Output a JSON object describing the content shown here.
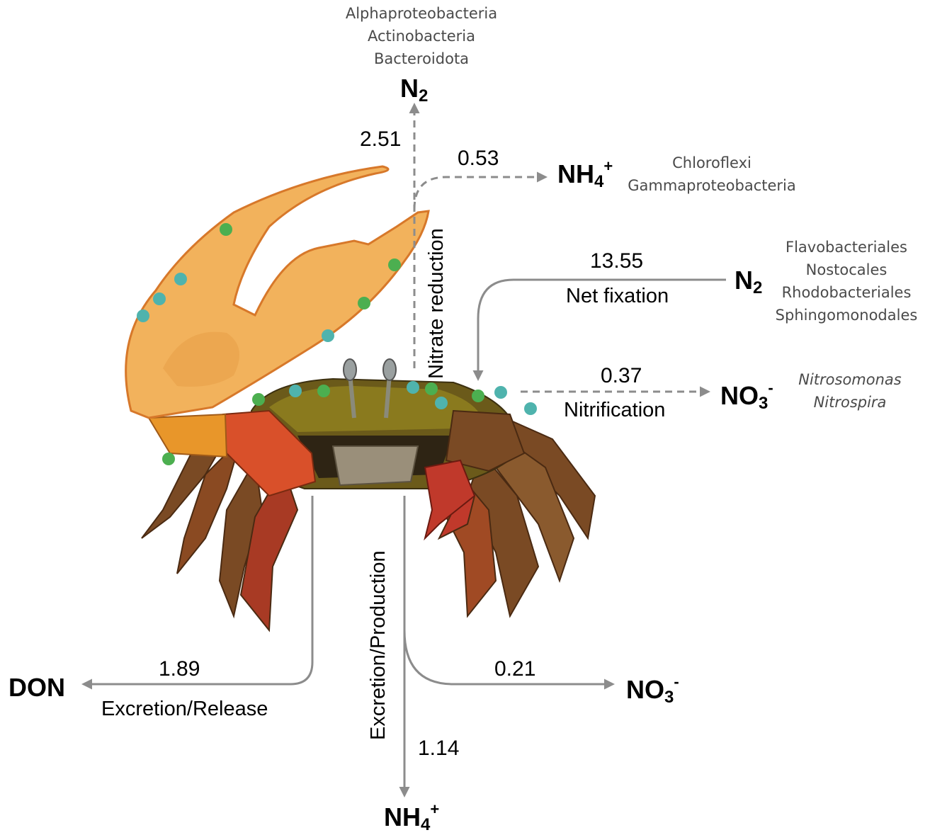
{
  "colors": {
    "arrow": "#8c8c8c",
    "claw": "#f2b25c",
    "claw_edge": "#d7782a",
    "carapace": "#8a7a1e",
    "leg_red": "#c0392b",
    "leg_brown": "#7a4a24",
    "dot_green": "#4caf50",
    "dot_teal": "#4fb3ad"
  },
  "flows": {
    "n2_top": {
      "value": "2.51",
      "species": "N",
      "sub": "2",
      "sup": "",
      "taxa": [
        "Alphaproteobacteria",
        "Actinobacteria",
        "Bacteroidota"
      ]
    },
    "nh4_top": {
      "value": "0.53",
      "species": "NH",
      "sub": "4",
      "sup": "+",
      "taxa": [
        "Chloroflexi",
        "Gammaproteobacteria"
      ]
    },
    "nitrate_reduction": {
      "label": "Nitrate reduction"
    },
    "n2_fix": {
      "value": "13.55",
      "label": "Net fixation",
      "species": "N",
      "sub": "2",
      "sup": "",
      "taxa": [
        "Flavobacteriales",
        "Nostocales",
        "Rhodobacteriales",
        "Sphingomonodales"
      ]
    },
    "nitrification": {
      "value": "0.37",
      "label": "Nitrification",
      "species": "NO",
      "sub": "3",
      "sup": "-",
      "taxa": [
        "Nitrosomonas",
        "Nitrospira"
      ]
    },
    "don": {
      "value": "1.89",
      "label": "Excretion/Release",
      "species": "DON"
    },
    "excretion_production": {
      "label": "Excretion/Production"
    },
    "no3_bottom": {
      "value": "0.21",
      "species": "NO",
      "sub": "3",
      "sup": "-"
    },
    "nh4_bottom": {
      "value": "1.14",
      "species": "NH",
      "sub": "4",
      "sup": "+"
    }
  }
}
